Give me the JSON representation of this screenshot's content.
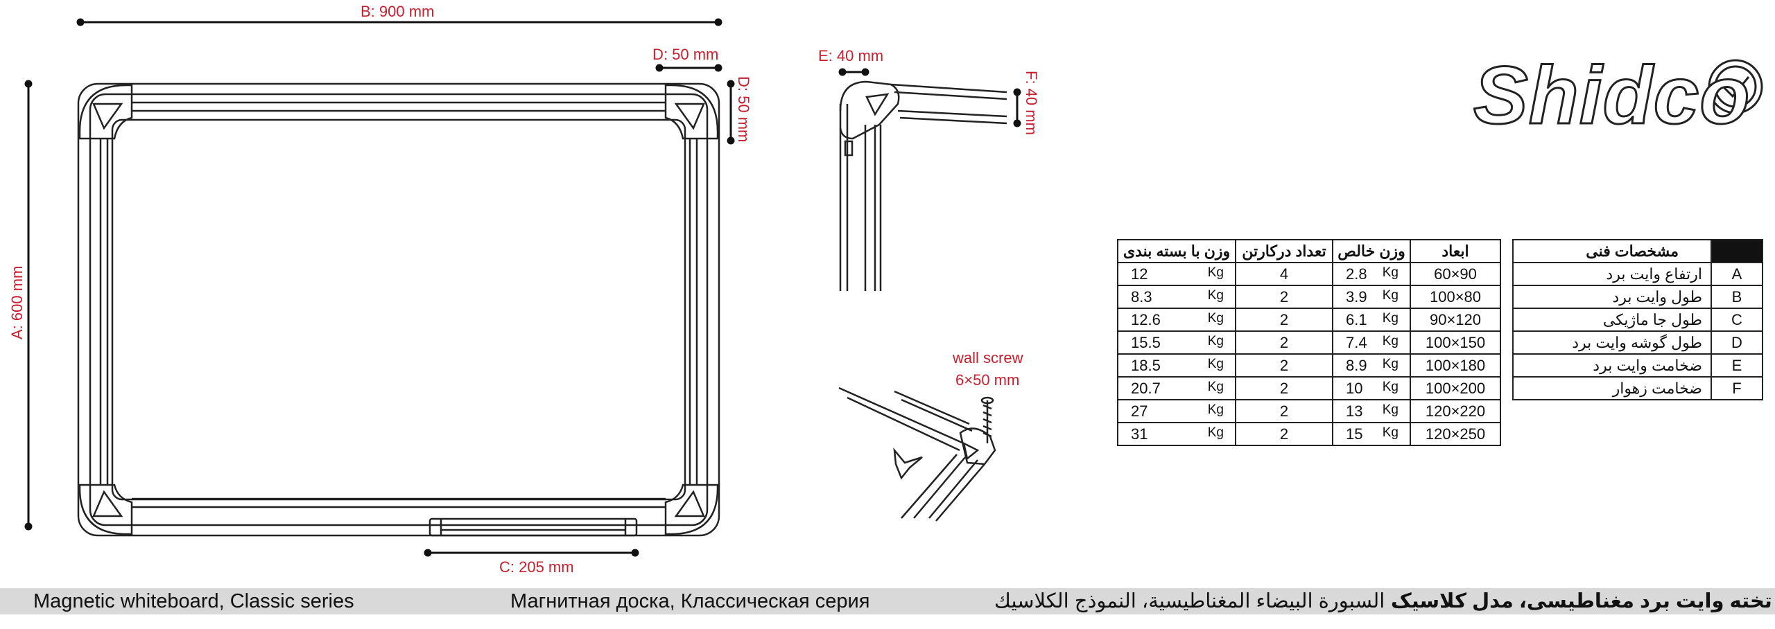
{
  "brand": {
    "name": "Shidco"
  },
  "measurements": {
    "width": "B: 900 mm",
    "height": "A: 600 mm",
    "corner_horizontal": "D: 50 mm",
    "corner_vertical": "D: 50 mm",
    "tray": "C: 205 mm",
    "frame_thickness": "E: 40 mm",
    "profile_depth": "F: 40 mm",
    "screw_label": "wall screw",
    "screw_size": "6×50 mm"
  },
  "size_table": {
    "headers": [
      "وزن با بسته بندی",
      "تعداد درکارتن",
      "وزن خالص",
      "ابعاد"
    ],
    "unit": "Kg",
    "rows": [
      {
        "packed": "12",
        "count": "4",
        "net": "2.8",
        "size": "60×90"
      },
      {
        "packed": "8.3",
        "count": "2",
        "net": "3.9",
        "size": "100×80"
      },
      {
        "packed": "12.6",
        "count": "2",
        "net": "6.1",
        "size": "90×120"
      },
      {
        "packed": "15.5",
        "count": "2",
        "net": "7.4",
        "size": "100×150"
      },
      {
        "packed": "18.5",
        "count": "2",
        "net": "8.9",
        "size": "100×180"
      },
      {
        "packed": "20.7",
        "count": "2",
        "net": "10",
        "size": "100×200"
      },
      {
        "packed": "27",
        "count": "2",
        "net": "13",
        "size": "120×220"
      },
      {
        "packed": "31",
        "count": "2",
        "net": "15",
        "size": "120×250"
      }
    ]
  },
  "spec_table": {
    "header": "مشخصات فنی",
    "rows": [
      {
        "key": "A",
        "label": "ارتفاع وایت برد"
      },
      {
        "key": "B",
        "label": "طول وایت برد"
      },
      {
        "key": "C",
        "label": "طول جا ماژیکی"
      },
      {
        "key": "D",
        "label": "طول گوشه وایت برد"
      },
      {
        "key": "E",
        "label": "ضخامت وایت برد"
      },
      {
        "key": "F",
        "label": "ضخامت زهوار"
      }
    ]
  },
  "footer": {
    "english": "Magnetic whiteboard, Classic series",
    "russian": "Магнитная доска, Классическая серия",
    "arabic": "السبورة البيضاء المغناطيسية، النموذج الكلاسيك",
    "persian": "تخته وایت برد مغناطیسی، مدل کلاسیک"
  }
}
